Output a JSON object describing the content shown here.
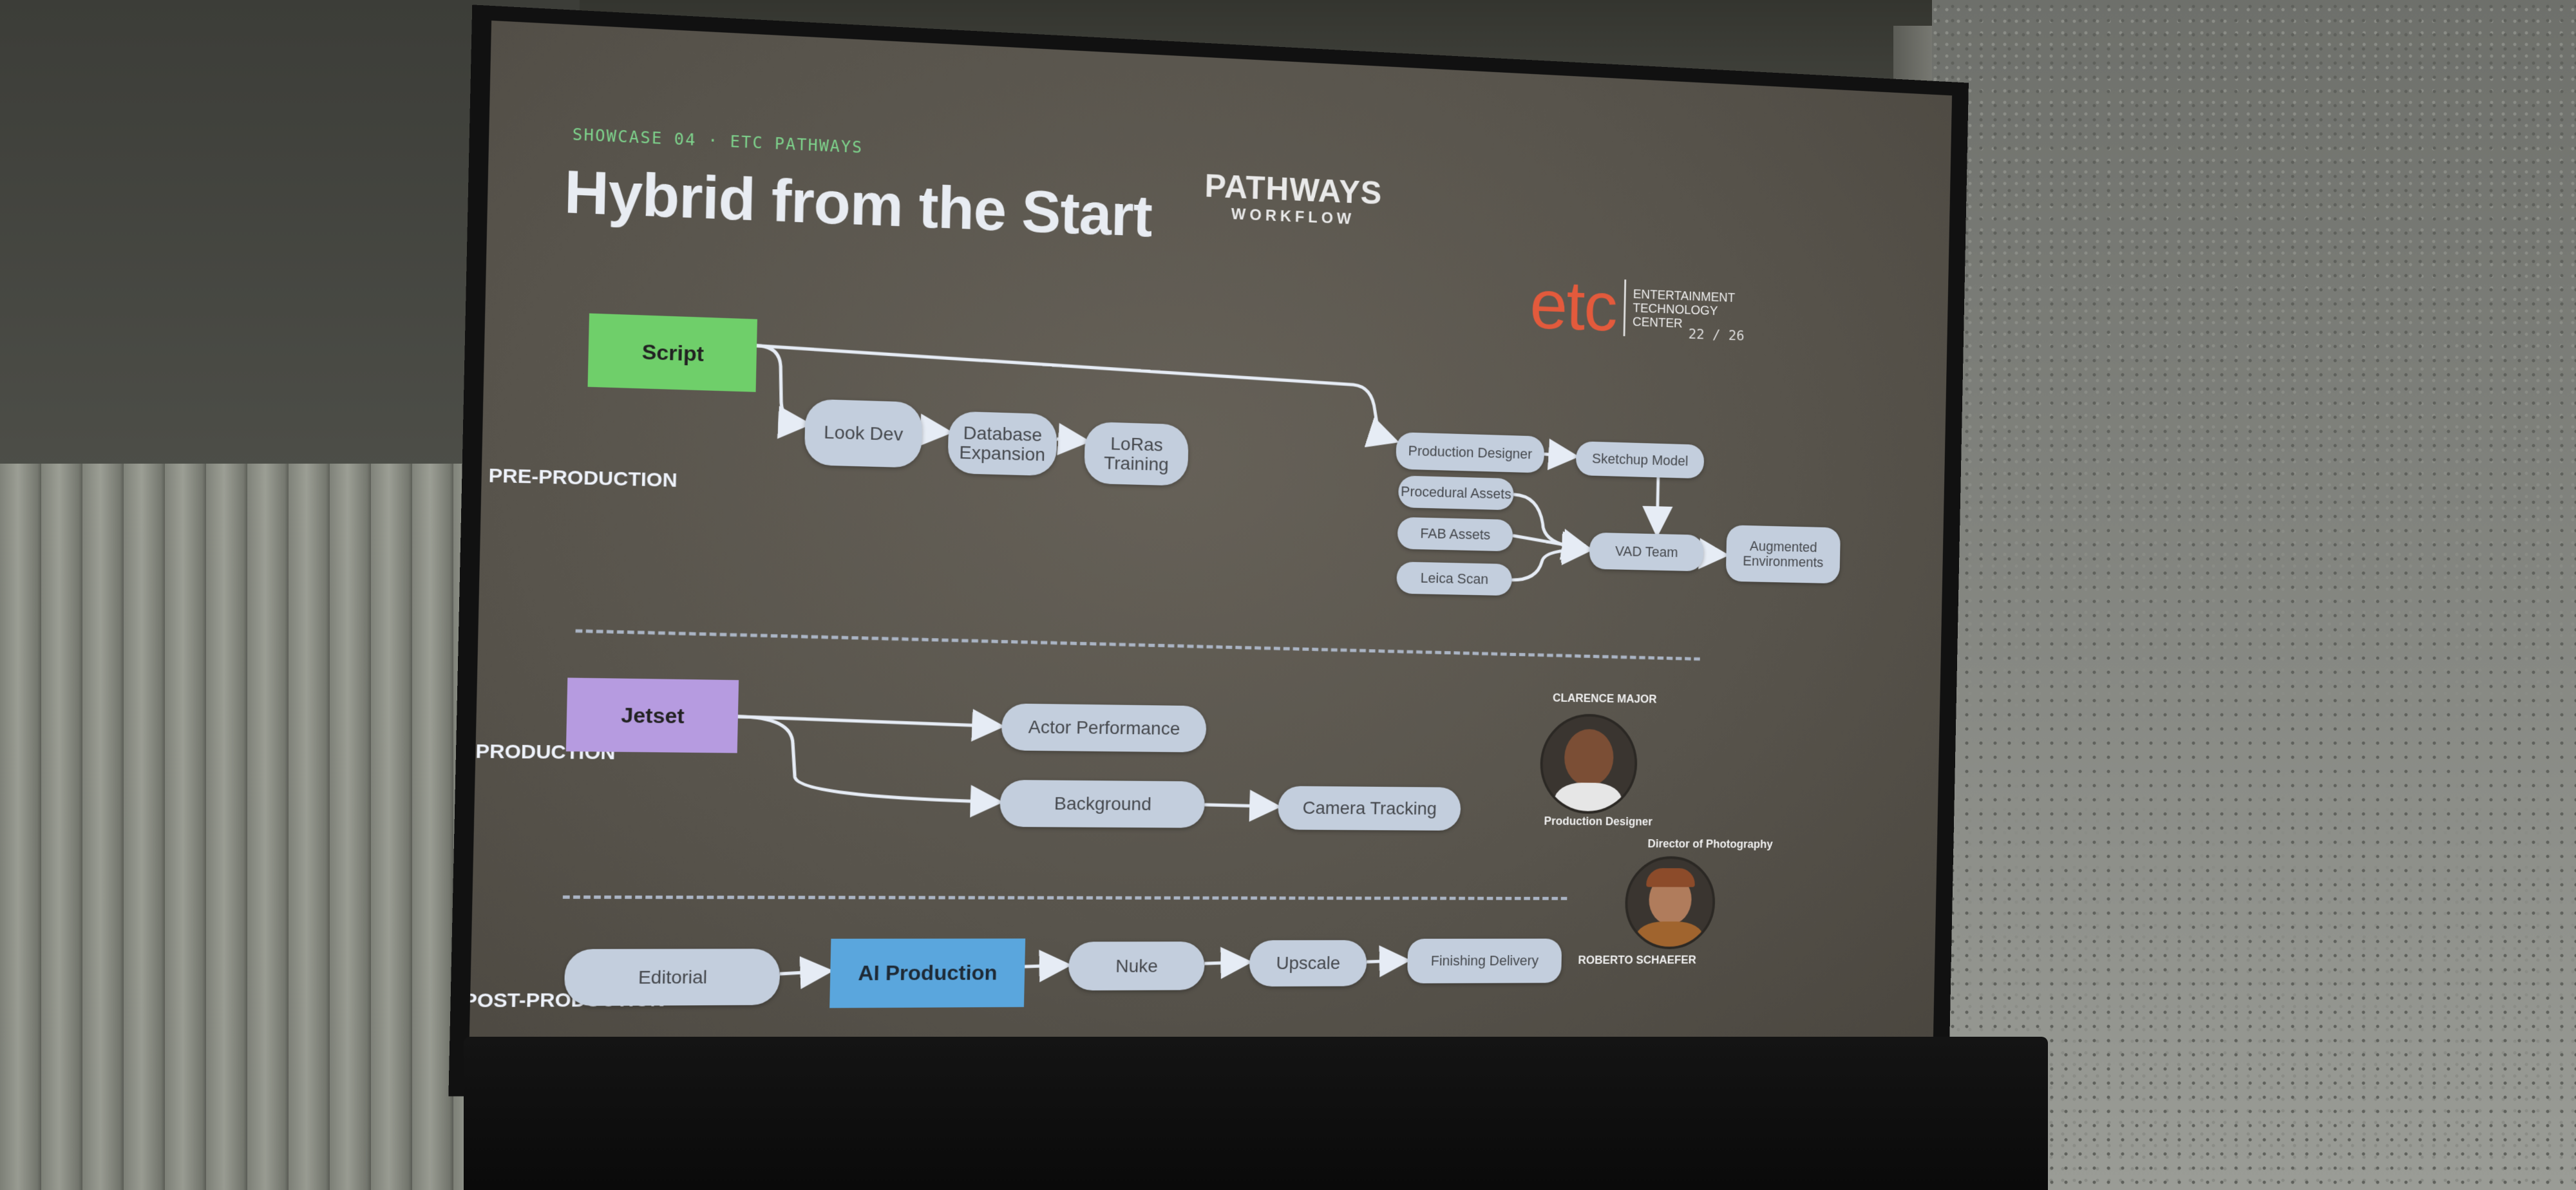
{
  "slide": {
    "tag": "SHOWCASE 04 · ETC PATHWAYS",
    "title": "Hybrid from the Start",
    "brand_line1": "PATHWAYS",
    "brand_line2": "WORKFLOW",
    "logo_mark": "etc",
    "logo_words": [
      "ENTERTAINMENT",
      "TECHNOLOGY",
      "CENTER"
    ],
    "page": "22 / 26",
    "colors": {
      "script": "#6fcf6a",
      "jetset": "#b69be0",
      "ai": "#5aa6dd",
      "node": "#c3cedd",
      "logo": "#e35a3c"
    }
  },
  "phases": {
    "pre": "PRE-PRODUCTION",
    "prod": "PRODUCTION",
    "post": "POST-PRODUCTION"
  },
  "pre": {
    "script": "Script",
    "look_dev": "Look Dev",
    "database_expansion": "Database Expansion",
    "loras_training": "LoRas Training",
    "production_designer": "Production Designer",
    "sketchup_model": "Sketchup Model",
    "procedural_assets": "Procedural Assets",
    "fab_assets": "FAB Assets",
    "leica_scan": "Leica Scan",
    "vad_team": "VAD Team",
    "augmented_environments": "Augmented Environments"
  },
  "prod": {
    "jetset": "Jetset",
    "actor_performance": "Actor Performance",
    "background": "Background",
    "camera_tracking": "Camera Tracking"
  },
  "post": {
    "editorial": "Editorial",
    "ai_production": "AI Production",
    "nuke": "Nuke",
    "upscale": "Upscale",
    "finishing_delivery": "Finishing Delivery"
  },
  "people": {
    "p1_name": "CLARENCE MAJOR",
    "p1_role": "Production Designer",
    "p2_name": "ROBERTO SCHAEFER",
    "p2_role": "Director of Photography"
  }
}
